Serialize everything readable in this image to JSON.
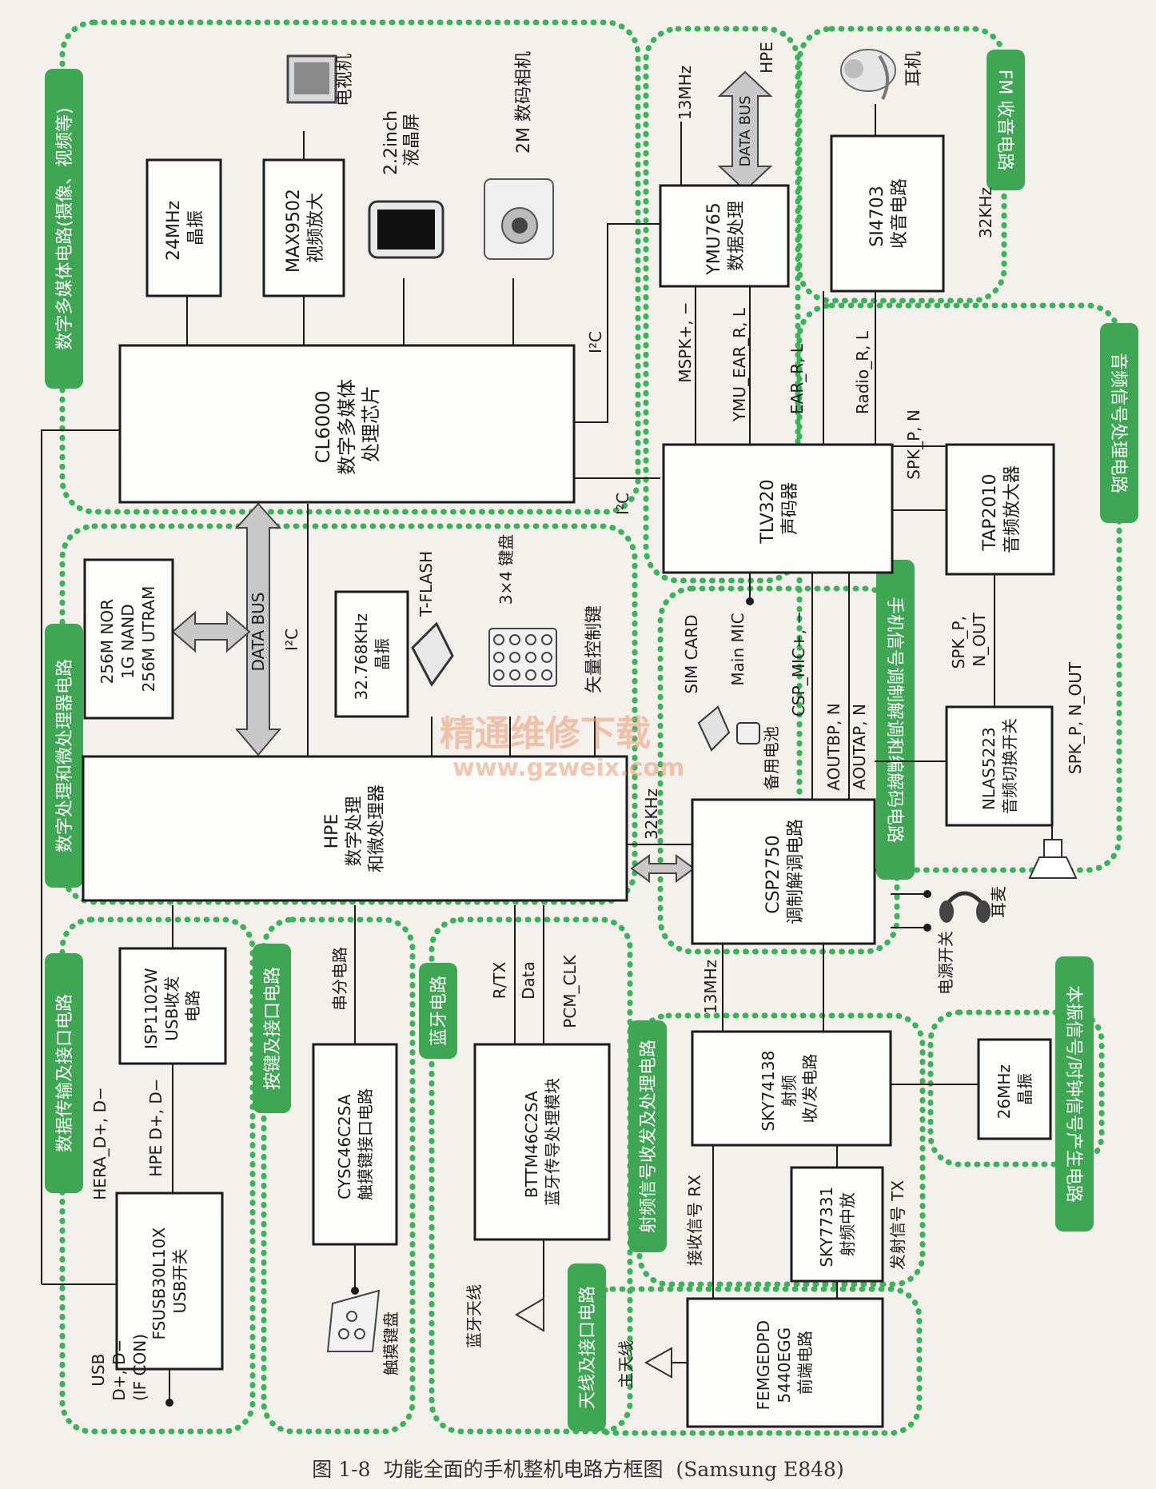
{
  "groups": {
    "multimedia": "数字多媒体电路(摄像、视频等)",
    "fm": "FM 收音电路",
    "audio": "音频信号处理电路",
    "digital": "数字处理和微处理器电路",
    "modem": "手机信号调制解调和编解码电路",
    "usb": "数据传输及接口电路",
    "keys": "按键及接口电路",
    "bt": "蓝牙电路",
    "rf": "射频信号收发及处理电路",
    "clock": "本振信号/时钟信号产生电路",
    "antenna": "天线及接口电路"
  },
  "blocks": {
    "xtal24": [
      "24MHz",
      "晶振"
    ],
    "max9502": [
      "MAX9502",
      "视频放大"
    ],
    "cl6000": [
      "CL6000",
      "数字多媒体",
      "处理芯片"
    ],
    "ymu765": [
      "YMU765",
      "数据处理"
    ],
    "si4703": [
      "SI4703",
      "收音电路"
    ],
    "tlv320": [
      "TLV320",
      "声码器"
    ],
    "tap2010": [
      "TAP2010",
      "音频放大器"
    ],
    "mem": [
      "256M NOR",
      "1G NAND",
      "256M UTRAM"
    ],
    "xtal32": [
      "32.768KHz",
      "晶振"
    ],
    "hpe": [
      "HPE",
      "数字处理",
      "和微处理器"
    ],
    "csp2750": [
      "CSP2750",
      "调制解调电路"
    ],
    "nlas5223": [
      "NLAS5223",
      "音频切换开关"
    ],
    "isp1102w": [
      "ISP1102W",
      "USB收发",
      "电路"
    ],
    "fsusb": [
      "FSUSB30L10X",
      "USB开关"
    ],
    "cysc": [
      "CYSC46C2SA",
      "触摸键接口电路"
    ],
    "bttm": [
      "BTTM46C2SA",
      "蓝牙传导处理模块"
    ],
    "sky74138": [
      "SKY74138",
      "射频",
      "收/发电路"
    ],
    "xtal26": [
      "26MHz",
      "晶振"
    ],
    "sky77331": [
      "SKY77331",
      "射频中放"
    ],
    "femgedpd": [
      "FEMGEDPD",
      "5440EGG",
      "前端电路"
    ]
  },
  "devices": {
    "tv": "电视机",
    "lcd": [
      "2.2inch",
      "液晶屏"
    ],
    "camera": "2M 数码相机",
    "earphone": "耳机",
    "tflash": "T-FLASH",
    "keypad": "3×4 键盘",
    "navkey": "矢量控制键",
    "simcard": "SIM CARD",
    "mainmic": "Main MIC",
    "battery": "备用电池",
    "headset": "耳麦",
    "powerswitch": "电源开关",
    "touchpad": "触摸键盘",
    "btantenna": "蓝牙天线",
    "mainantenna": "主天线",
    "usbport": [
      "USB",
      "D+, D−",
      "(IF CON)"
    ]
  },
  "signals": {
    "hpe_top": "HPE",
    "data_bus": "DATA BUS",
    "i2c": "I²C",
    "f13mhz": "13MHz",
    "f32khz": "32KHz",
    "mspk": "MSPK+, −",
    "ymu_ear": "YMU_EAR_R, L",
    "ear_rl": "EAR_R, L",
    "radio_rl": "Radio_R, L",
    "spk_pn": "SPK_P, N",
    "spk_p_nout_1": "SPK_P,",
    "spk_p_nout_2": "N_OUT",
    "spk_p_n_out": "SPK_P, N_OUT",
    "csp_mic": "CSP_MIC+, −",
    "aoutbp": "AOUTBP, N",
    "aoutap": "AOUTAP, N",
    "hpe_dpdm": "HPE D+, D−",
    "hera_dpdm": "HERA_D+, D−",
    "serial": "串分电路",
    "rtx": "R/TX",
    "data": "Data",
    "pcm_clk": "PCM_CLK",
    "rx": "接收信号 RX",
    "tx": "发射信号 TX"
  },
  "watermark": [
    "精通维修下载",
    "www.gzweix.com"
  ],
  "caption": {
    "fig": "图 1-8",
    "text": "功能全面的手机整机电路方框图",
    "model": "(Samsung E848)"
  },
  "colors": {
    "group_border": "#3bb35a",
    "group_label": "#3fa653",
    "watermark": "#ec9a76"
  }
}
